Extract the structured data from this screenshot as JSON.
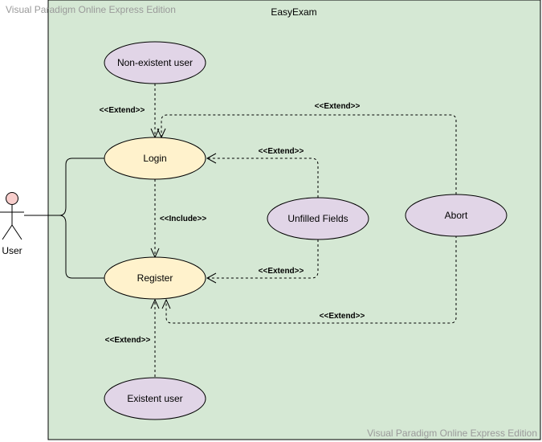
{
  "watermark": "Visual Paradigm Online Express Edition",
  "system": {
    "title": "EasyExam",
    "fill": "#d5e8d4"
  },
  "actor": {
    "label": "User",
    "head_fill": "#f8cecc"
  },
  "colors": {
    "primary_usecase": "#fff2cc",
    "extension_usecase": "#e1d5e7",
    "line": "#000000"
  },
  "use_cases": {
    "non_existent_user": "Non-existent user",
    "login": "Login",
    "register": "Register",
    "unfilled_fields": "Unfilled Fields",
    "abort": "Abort",
    "existent_user": "Existent user"
  },
  "relations": {
    "nonexistent_login": "<<Extend>>",
    "abort_login": "<<Extend>>",
    "unfilled_login": "<<Extend>>",
    "login_register": "<<Include>>",
    "unfilled_register": "<<Extend>>",
    "abort_register": "<<Extend>>",
    "existent_register": "<<Extend>>"
  }
}
